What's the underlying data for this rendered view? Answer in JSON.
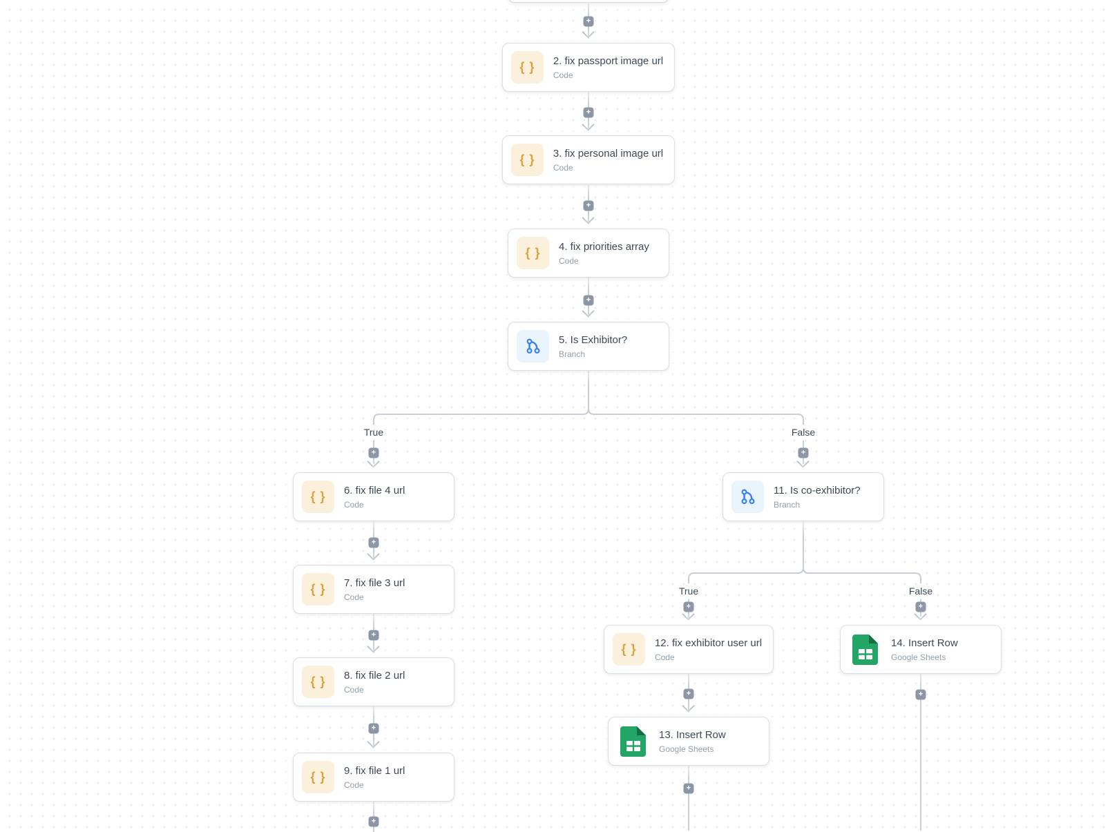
{
  "labels": {
    "true_label": "True",
    "false_label": "False"
  },
  "glyphs": {
    "code_braces": "{ }",
    "plus": "+"
  },
  "colors": {
    "code_icon": "#d9a13f",
    "code_icon_bg": "#faf0dc",
    "branch_icon": "#3b82ee",
    "branch_icon_bg": "#e9f4fc",
    "sheets_green": "#23a566",
    "sheets_green_dark": "#156f43",
    "connector_line": "#c8cdd6",
    "plus_button_bg": "#8c96a5",
    "title_text": "#3e4856",
    "subtitle_text": "#949ea9"
  },
  "nodes": [
    {
      "title": "2. fix passport image url",
      "subtitle": "Code",
      "type": "code"
    },
    {
      "title": "3. fix  personal image url",
      "subtitle": "Code",
      "type": "code"
    },
    {
      "title": "4. fix priorities array",
      "subtitle": "Code",
      "type": "code"
    },
    {
      "title": "5. Is Exhibitor?",
      "subtitle": "Branch",
      "type": "branch"
    },
    {
      "title": "6. fix file 4 url",
      "subtitle": "Code",
      "type": "code"
    },
    {
      "title": "7. fix file 3 url",
      "subtitle": "Code",
      "type": "code"
    },
    {
      "title": "8. fix file 2 url",
      "subtitle": "Code",
      "type": "code"
    },
    {
      "title": "9. fix file 1 url",
      "subtitle": "Code",
      "type": "code"
    },
    {
      "title": "11. Is co-exhibitor?",
      "subtitle": "Branch",
      "type": "branch"
    },
    {
      "title": "12. fix exhibitor user url",
      "subtitle": "Code",
      "type": "code"
    },
    {
      "title": "13. Insert Row",
      "subtitle": "Google Sheets",
      "type": "google-sheets"
    },
    {
      "title": "14. Insert Row",
      "subtitle": "Google Sheets",
      "type": "google-sheets"
    }
  ]
}
